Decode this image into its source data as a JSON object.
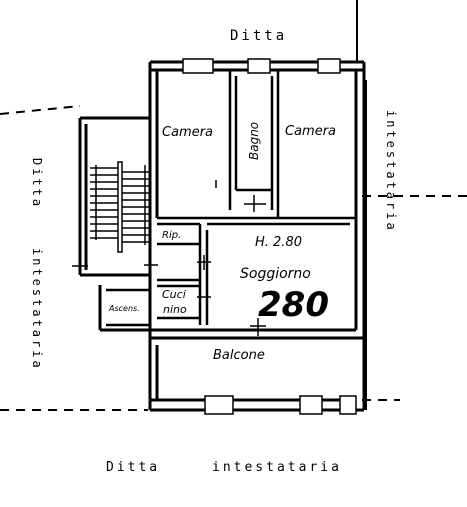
{
  "neighbors": {
    "top": "Ditta",
    "right": "intestataria",
    "left_top": "Ditta",
    "left_bottom": "intestataria",
    "bottom_left": "Ditta",
    "bottom_right": "intestataria"
  },
  "rooms": {
    "camera_left": "Camera",
    "bagno": "Bagno",
    "camera_right": "Camera",
    "rip": "Rip.",
    "height": "H. 2.80",
    "soggiorno": "Soggiorno",
    "cucinino_line1": "Cuci",
    "cucinino_line2": "nino",
    "small_room": "Ascens.",
    "balcone": "Balcone"
  },
  "annotation": {
    "handwritten_height": "280"
  }
}
